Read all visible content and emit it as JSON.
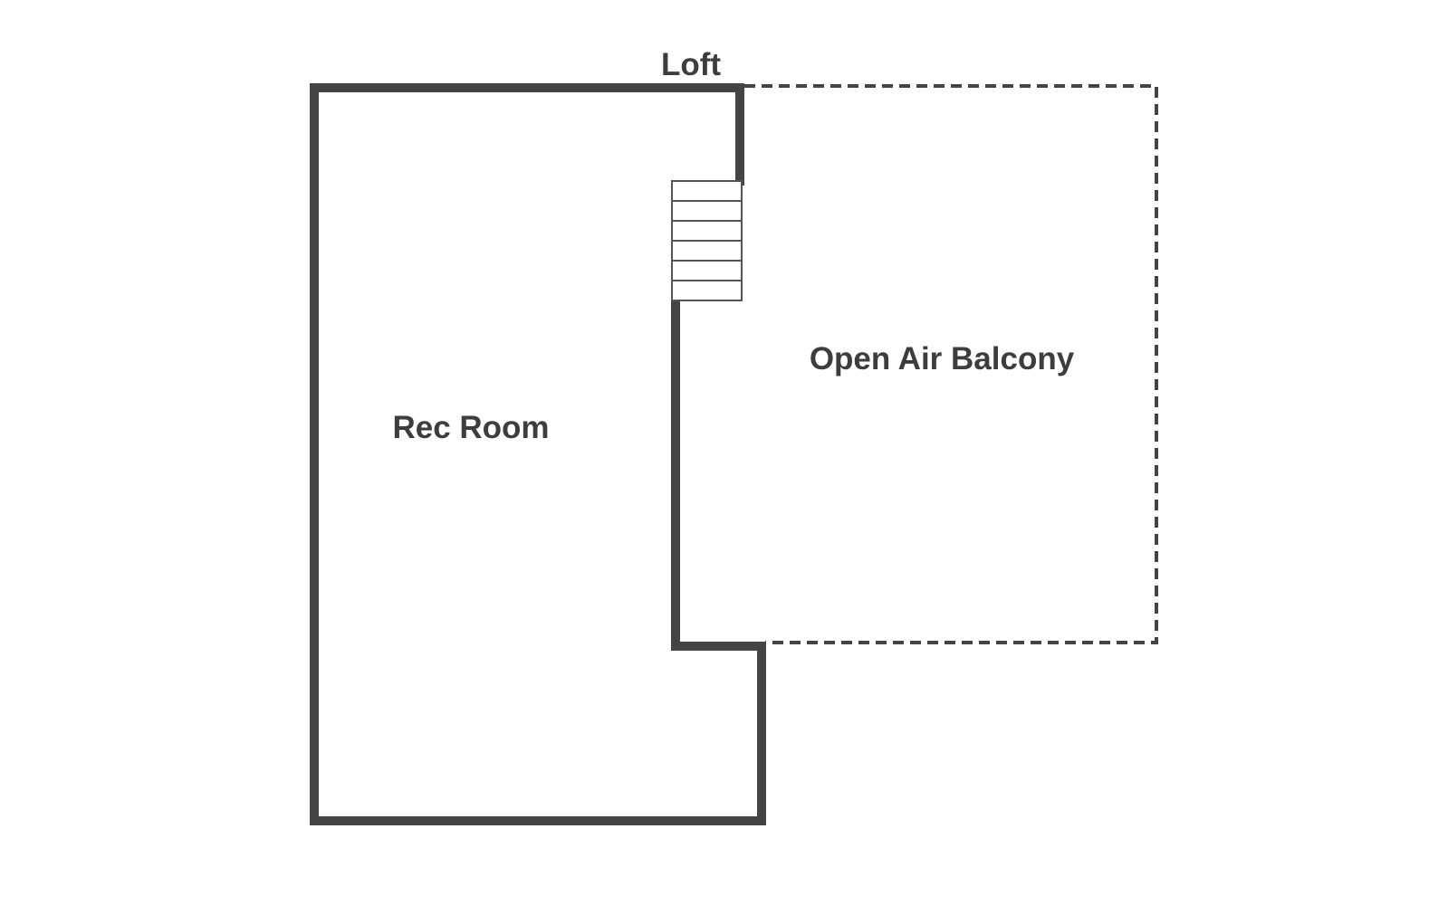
{
  "floor": {
    "title": "Loft"
  },
  "rooms": [
    {
      "id": "rec-room",
      "label": "Rec Room",
      "boundary": "solid-wall"
    },
    {
      "id": "open-air-balcony",
      "label": "Open Air Balcony",
      "boundary": "dashed-railing"
    }
  ],
  "stairs": {
    "treads": 6
  },
  "colors": {
    "wall": "#444444",
    "text": "#3d3d3d",
    "stair_line": "#555555",
    "background": "#ffffff"
  }
}
